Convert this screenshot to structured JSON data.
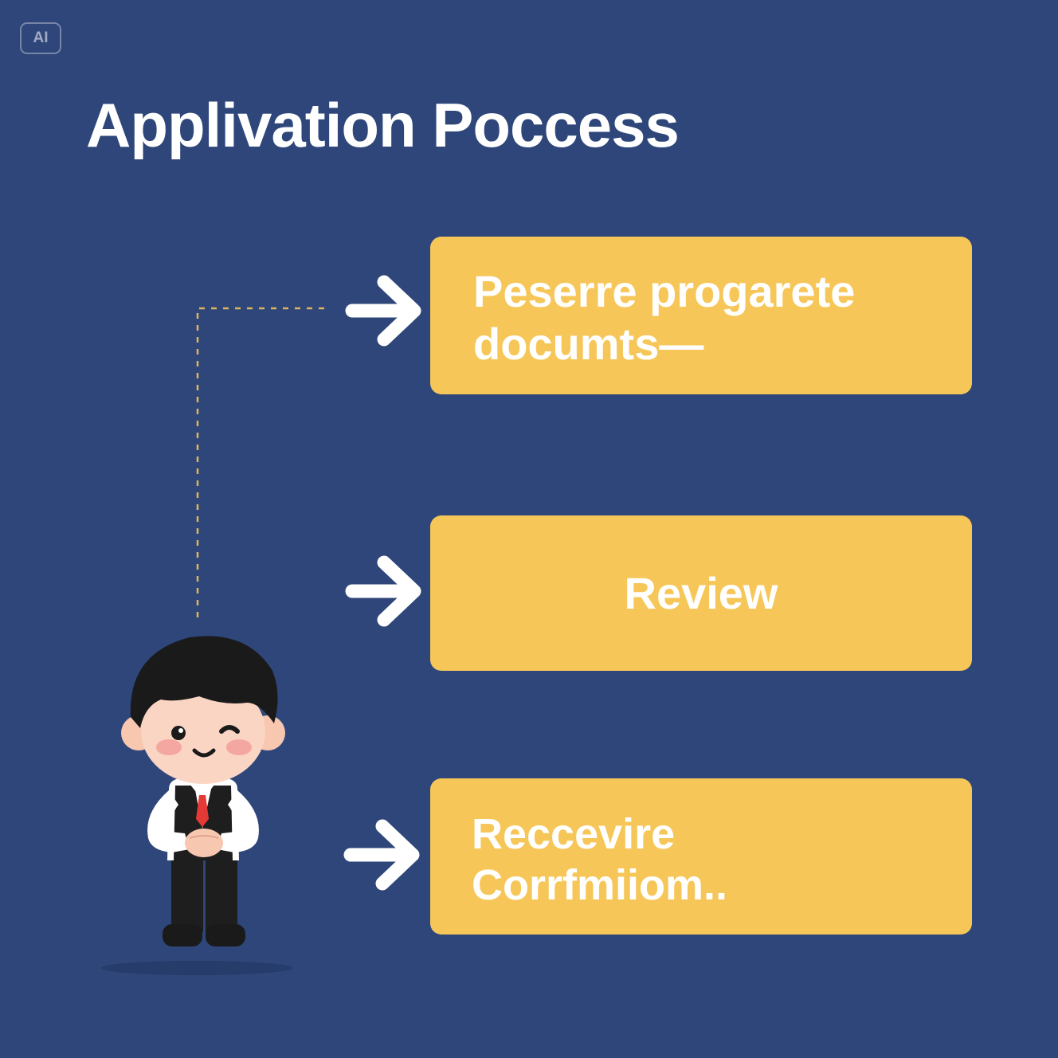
{
  "badge": {
    "label": "AI"
  },
  "title": "Applivation Poccess",
  "steps": [
    {
      "lines": [
        "Peserre progarete",
        "documts—"
      ]
    },
    {
      "lines": [
        "Review"
      ]
    },
    {
      "lines": [
        "Reccevire",
        "Corrfmiiom.."
      ]
    }
  ],
  "colors": {
    "background": "#2e4679",
    "box": "#f6c758",
    "text": "#ffffff",
    "connector": "#e0b45a"
  },
  "icons": [
    "arrow-right-icon",
    "person-illustration"
  ]
}
